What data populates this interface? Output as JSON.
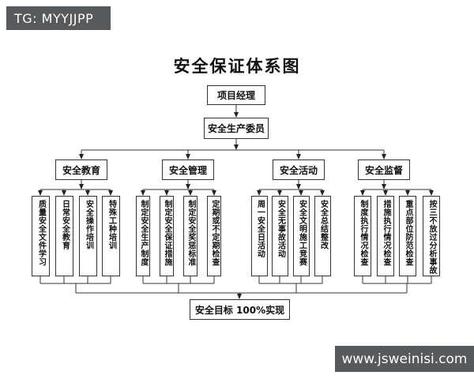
{
  "watermarks": {
    "top": "TG: MYYJJPP",
    "bottom": "www.jsweinisi.com"
  },
  "title": "安全保证体系图",
  "nodes": {
    "root": "项目经理",
    "committee": "安全生产委员",
    "goal": "安全目标 100%实现"
  },
  "branches": [
    {
      "label": "安全教育",
      "items": [
        "质量安全文件学习",
        "日常安全教育",
        "安全操作培训",
        "特殊工种培训"
      ]
    },
    {
      "label": "安全管理",
      "items": [
        "制定安全生产制度",
        "制定安全保证措施",
        "制定安全奖惩标准",
        "定期或不定期检查"
      ]
    },
    {
      "label": "安全活动",
      "items": [
        "周一安全日活动",
        "安全无事故活动",
        "安全文明施工竞赛",
        "安全总结整改"
      ]
    },
    {
      "label": "安全监督",
      "items": [
        "制度执行情况检查",
        "措施执行情况检查",
        "重点部位防范检查",
        "按三不放过分析事故"
      ]
    }
  ],
  "colors": {
    "background": "#ffffff",
    "line": "#333333",
    "box_border": "#333333",
    "text": "#111111",
    "watermark_bg": "#58595b",
    "watermark_text": "#ffffff"
  }
}
